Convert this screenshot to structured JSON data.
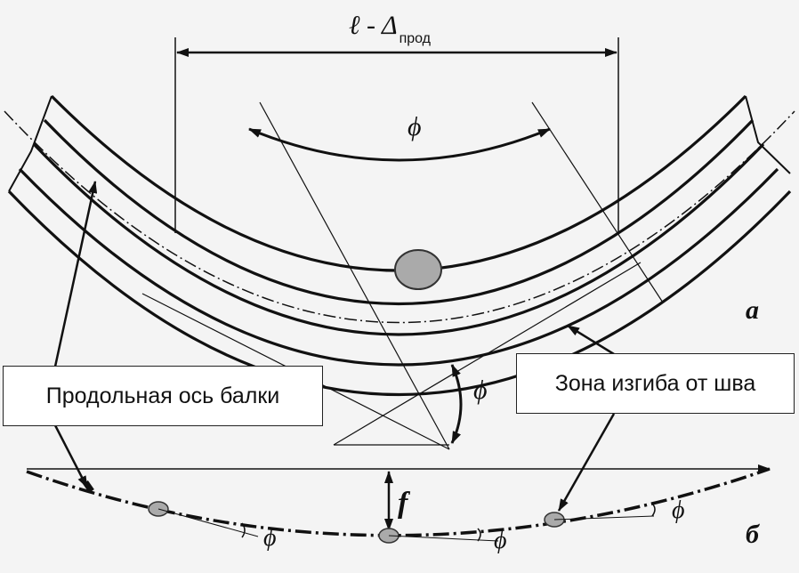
{
  "dimension_label": {
    "main": "ℓ - Δ",
    "subscript": "прод"
  },
  "angle_symbol": "ϕ",
  "deflection_label": "f",
  "callouts": {
    "longitudinal_axis": "Продольная ось балки",
    "bend_zone": "Зона изгиба от шва"
  },
  "panel_labels": {
    "a": "а",
    "b": "б"
  }
}
